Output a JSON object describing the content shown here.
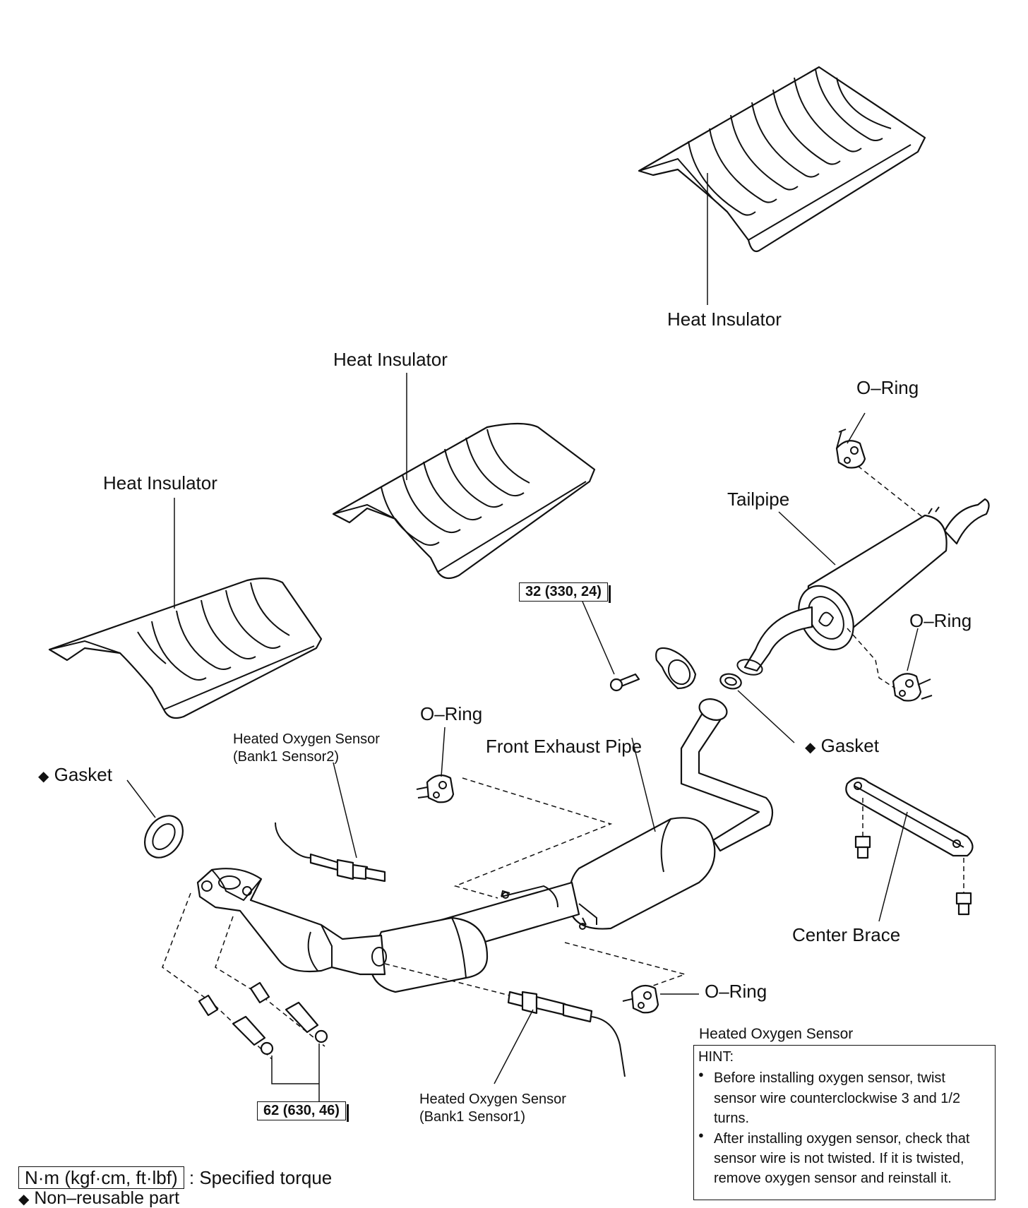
{
  "labels": {
    "heat_insulator_rear": "Heat Insulator",
    "heat_insulator_center": "Heat Insulator",
    "heat_insulator_front": "Heat Insulator",
    "o_ring_top": "O–Ring",
    "tailpipe": "Tailpipe",
    "o_ring_tailpipe": "O–Ring",
    "o_ring_front": "O–Ring",
    "o_ring_lower": "O–Ring",
    "gasket_right": "Gasket",
    "gasket_left": "Gasket",
    "front_exhaust_pipe": "Front Exhaust Pipe",
    "center_brace": "Center Brace",
    "sensor_bank1_sensor2_line1": "Heated Oxygen Sensor",
    "sensor_bank1_sensor2_line2": "(Bank1 Sensor2)",
    "sensor_bank1_sensor1_line1": "Heated Oxygen Sensor",
    "sensor_bank1_sensor1_line2": "(Bank1 Sensor1)",
    "non_reusable_symbol": "◆"
  },
  "torque": {
    "clamp": "32 (330, 24)",
    "manifold": "62 (630, 46)"
  },
  "hint": {
    "title": "Heated Oxygen Sensor",
    "heading": "HINT:",
    "items": [
      [
        "Before installing oxygen sensor, twist",
        "sensor wire counterclockwise 3 and 1/2",
        "turns."
      ],
      [
        "After installing oxygen sensor, check that",
        "sensor wire is not twisted. If it is twisted,",
        "remove oxygen sensor and reinstall it."
      ]
    ]
  },
  "legend": {
    "torque_units": "N·m (kgf·cm, ft·lbf)",
    "torque_text": ": Specified torque",
    "non_reusable_symbol": "◆",
    "non_reusable_text": "Non–reusable part"
  }
}
